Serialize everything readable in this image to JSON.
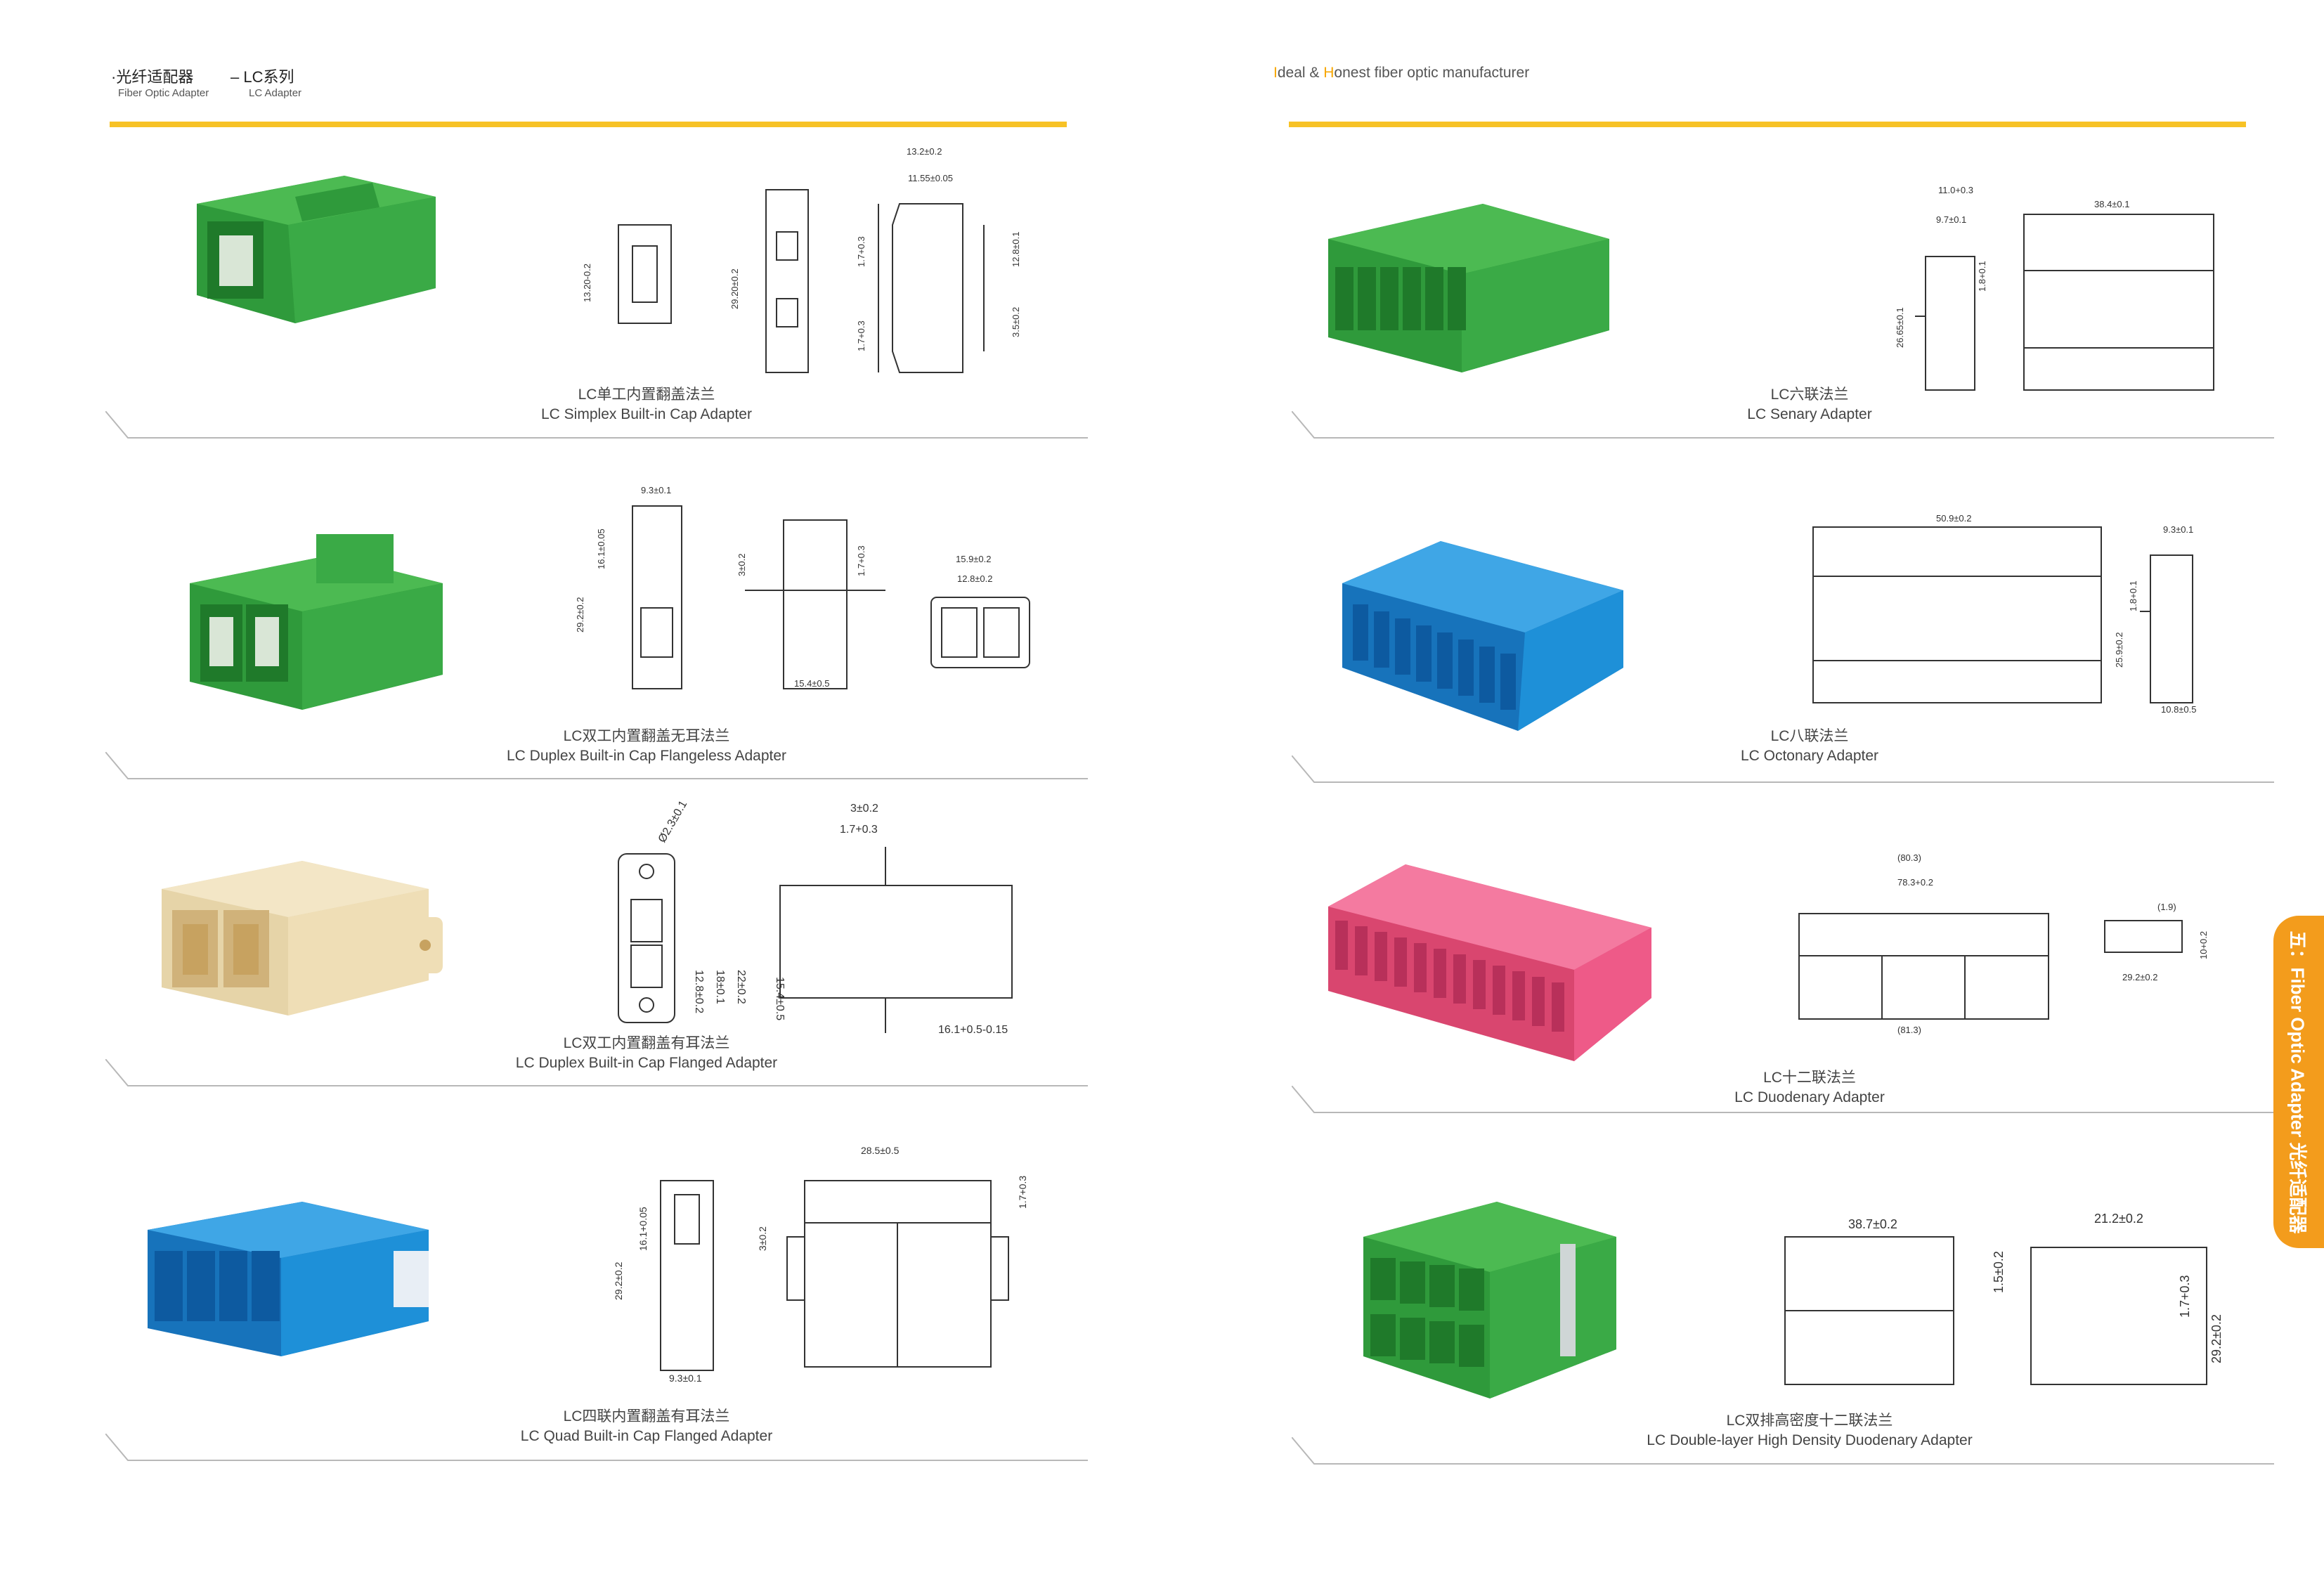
{
  "header": {
    "left_cn": "·光纤适配器",
    "left_en": "Fiber Optic Adapter",
    "series_cn": "– LC系列",
    "series_en": "LC Adapter",
    "slogan_i": "I",
    "slogan_rest1": "deal & ",
    "slogan_h": "H",
    "slogan_rest2": "onest fiber optic manufacturer"
  },
  "side_tab": {
    "label": "五：Fiber Optic Adapter 光纤适配器"
  },
  "colors": {
    "accent_yellow": "#f7c226",
    "tab_orange": "#f39c1c",
    "green": "#3aaa46",
    "blue": "#1e90d8",
    "beige": "#f1e3c0",
    "pink": "#ee5a88"
  },
  "products": [
    {
      "name_cn": "LC单工内置翻盖法兰",
      "name_en": "LC Simplex Built-in Cap Adapter",
      "dims": [
        "13.2±0.2",
        "11.55±0.05",
        "13.20-0.2",
        "29.20±0.2",
        "1.7+0.3",
        "1.7+0.3",
        "12.8±0.1",
        "3.5±0.2"
      ]
    },
    {
      "name_cn": "LC双工内置翻盖无耳法兰",
      "name_en": "LC Duplex Built-in Cap Flangeless Adapter",
      "dims": [
        "9.3±0.1",
        "16.1±0.05",
        "29.2±0.2",
        "3±0.2",
        "1.7+0.3",
        "15.4±0.5",
        "15.9±0.2",
        "12.8±0.2"
      ]
    },
    {
      "name_cn": "LC双工内置翻盖有耳法兰",
      "name_en": "LC Duplex Built-in Cap Flanged Adapter",
      "dims": [
        "Ø2.3±0.1",
        "12.8±0.2",
        "18±0.1",
        "22±0.2",
        "3±0.2",
        "1.7+0.3",
        "15.4±0.5",
        "16.1+0.5-0.15"
      ]
    },
    {
      "name_cn": "LC四联内置翻盖有耳法兰",
      "name_en": "LC Quad Built-in Cap Flanged Adapter",
      "dims": [
        "16.1+0.05",
        "29.2±0.2",
        "9.3±0.1",
        "28.5±0.5",
        "3±0.2",
        "1.7+0.3"
      ]
    },
    {
      "name_cn": "LC六联法兰",
      "name_en": "LC Senary Adapter",
      "dims": [
        "11.0+0.3",
        "9.7±0.1",
        "1.8+0.1",
        "26.65±0.1",
        "38.4±0.1"
      ]
    },
    {
      "name_cn": "LC八联法兰",
      "name_en": "LC Octonary Adapter",
      "dims": [
        "50.9±0.2",
        "9.3±0.1",
        "1.8+0.1",
        "25.9±0.2",
        "10.8±0.5"
      ]
    },
    {
      "name_cn": "LC十二联法兰",
      "name_en": "LC Duodenary Adapter",
      "dims": [
        "(80.3)",
        "78.3+0.2",
        "(81.3)",
        "(1.9)",
        "29.2±0.2",
        "10+0.2"
      ]
    },
    {
      "name_cn": "LC双排高密度十二联法兰",
      "name_en": "LC Double-layer High Density Duodenary Adapter",
      "dims": [
        "38.7±0.2",
        "21.2±0.2",
        "1.5±0.2",
        "1.7+0.3",
        "29.2±0.2"
      ]
    }
  ]
}
